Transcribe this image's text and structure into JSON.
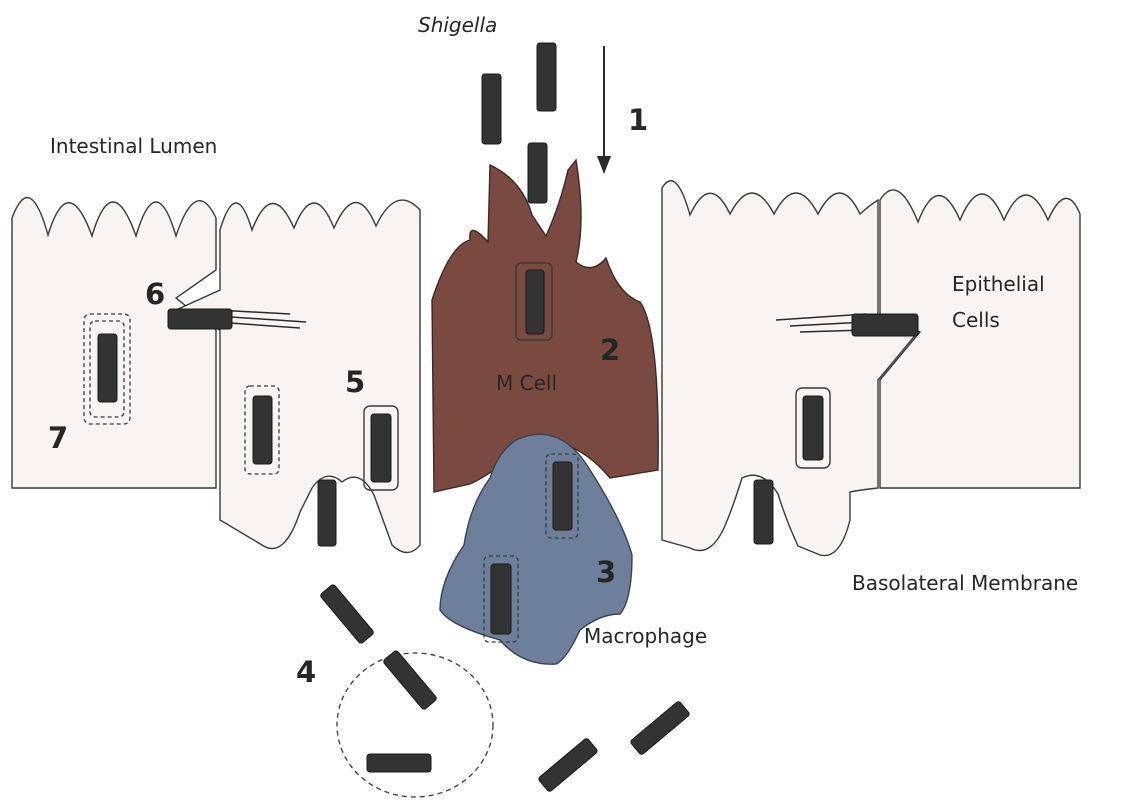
{
  "diagram": {
    "title_organism": "Shigella",
    "labels": {
      "lumen": "Intestinal Lumen",
      "epithelial_line1": "Epithelial",
      "epithelial_line2": "Cells",
      "m_cell": "M Cell",
      "macrophage": "Macrophage",
      "basolateral": "Basolateral Membrane"
    },
    "step_numbers": [
      "1",
      "2",
      "3",
      "4",
      "5",
      "6",
      "7"
    ],
    "colors": {
      "background": "#ffffff",
      "epithelial_cell": "#f7f4f2",
      "m_cell": "#7a4a40",
      "macrophage": "#6d7f9a",
      "bacterium": "#333333",
      "outline": "#3a3a3a"
    }
  }
}
